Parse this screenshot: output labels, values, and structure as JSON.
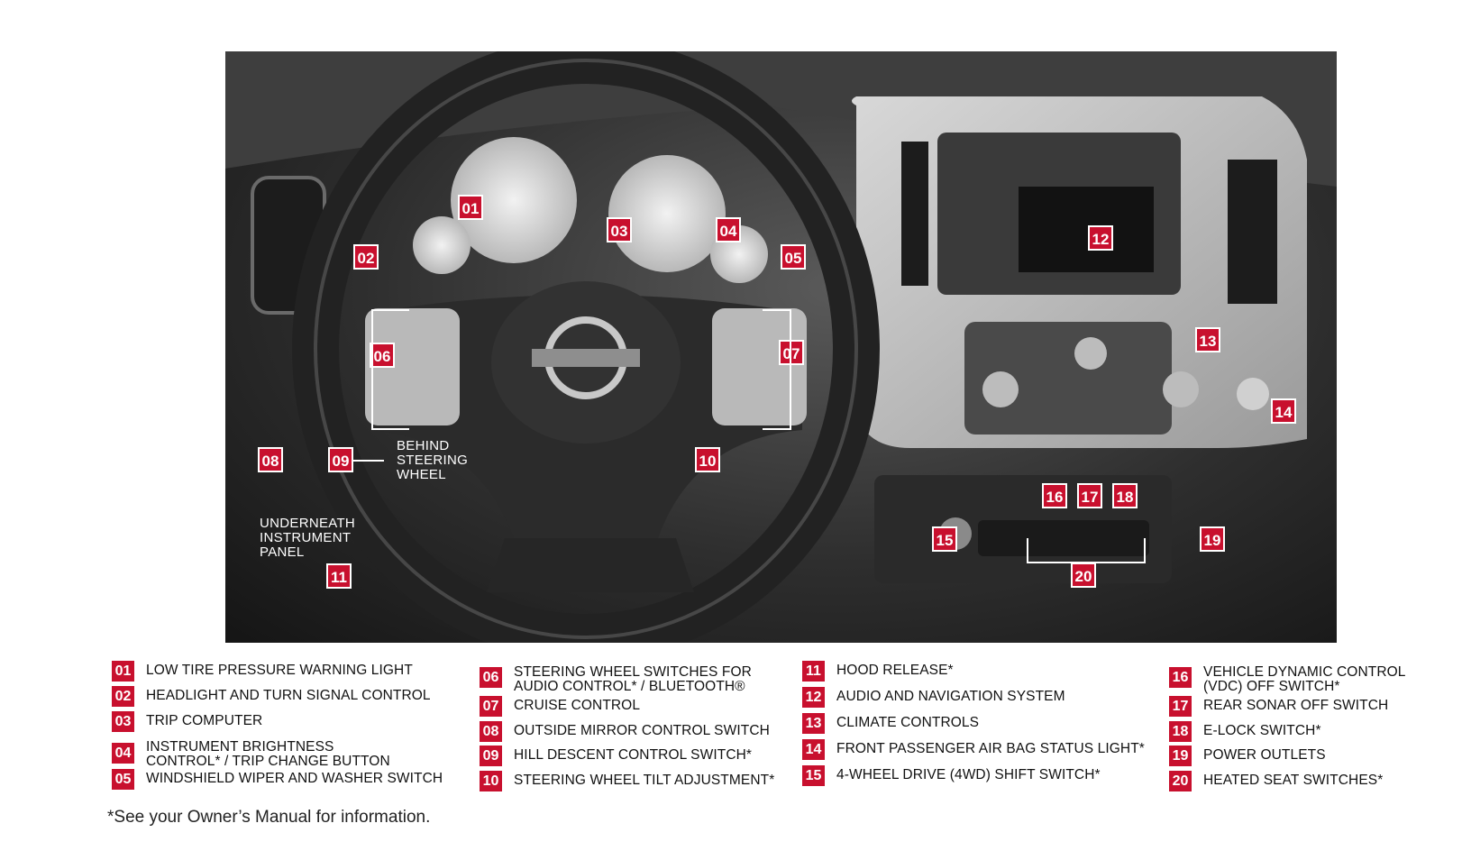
{
  "photo": {
    "alt": "Nissan Frontier dashboard photo",
    "badges": [
      "01",
      "02",
      "03",
      "04",
      "05",
      "06",
      "07",
      "08",
      "09",
      "10",
      "11",
      "12",
      "13",
      "14",
      "15",
      "16",
      "17",
      "18",
      "19",
      "20"
    ],
    "notes": {
      "behind_steering_wheel": "BEHIND\nSTEERING\nWHEEL",
      "underneath_instrument_panel": "UNDERNEATH\nINSTRUMENT\nPANEL"
    }
  },
  "legend": [
    {
      "num": "01",
      "text": "LOW TIRE PRESSURE WARNING LIGHT"
    },
    {
      "num": "02",
      "text": "HEADLIGHT AND TURN SIGNAL CONTROL"
    },
    {
      "num": "03",
      "text": "TRIP COMPUTER"
    },
    {
      "num": "04",
      "text": "INSTRUMENT BRIGHTNESS\nCONTROL* / TRIP CHANGE BUTTON"
    },
    {
      "num": "05",
      "text": "WINDSHIELD WIPER AND WASHER SWITCH"
    },
    {
      "num": "06",
      "text": "STEERING WHEEL SWITCHES FOR\nAUDIO CONTROL* / BLUETOOTH®"
    },
    {
      "num": "07",
      "text": "CRUISE CONTROL"
    },
    {
      "num": "08",
      "text": "OUTSIDE MIRROR CONTROL SWITCH"
    },
    {
      "num": "09",
      "text": "HILL DESCENT CONTROL SWITCH*"
    },
    {
      "num": "10",
      "text": "STEERING WHEEL TILT ADJUSTMENT*"
    },
    {
      "num": "11",
      "text": "HOOD RELEASE*"
    },
    {
      "num": "12",
      "text": "AUDIO AND NAVIGATION SYSTEM"
    },
    {
      "num": "13",
      "text": "CLIMATE CONTROLS"
    },
    {
      "num": "14",
      "text": "FRONT PASSENGER AIR BAG STATUS LIGHT*"
    },
    {
      "num": "15",
      "text": "4-WHEEL DRIVE (4WD) SHIFT SWITCH*"
    },
    {
      "num": "16",
      "text": "VEHICLE DYNAMIC CONTROL\n(VDC) OFF SWITCH*"
    },
    {
      "num": "17",
      "text": "REAR SONAR OFF SWITCH"
    },
    {
      "num": "18",
      "text": "E-LOCK SWITCH*"
    },
    {
      "num": "19",
      "text": "POWER OUTLETS"
    },
    {
      "num": "20",
      "text": "HEATED SEAT SWITCHES*"
    }
  ],
  "footnote": "*See your Owner’s Manual for information.",
  "colors": {
    "accent": "#c8102e",
    "photo_bg": "#2e2e2e"
  }
}
